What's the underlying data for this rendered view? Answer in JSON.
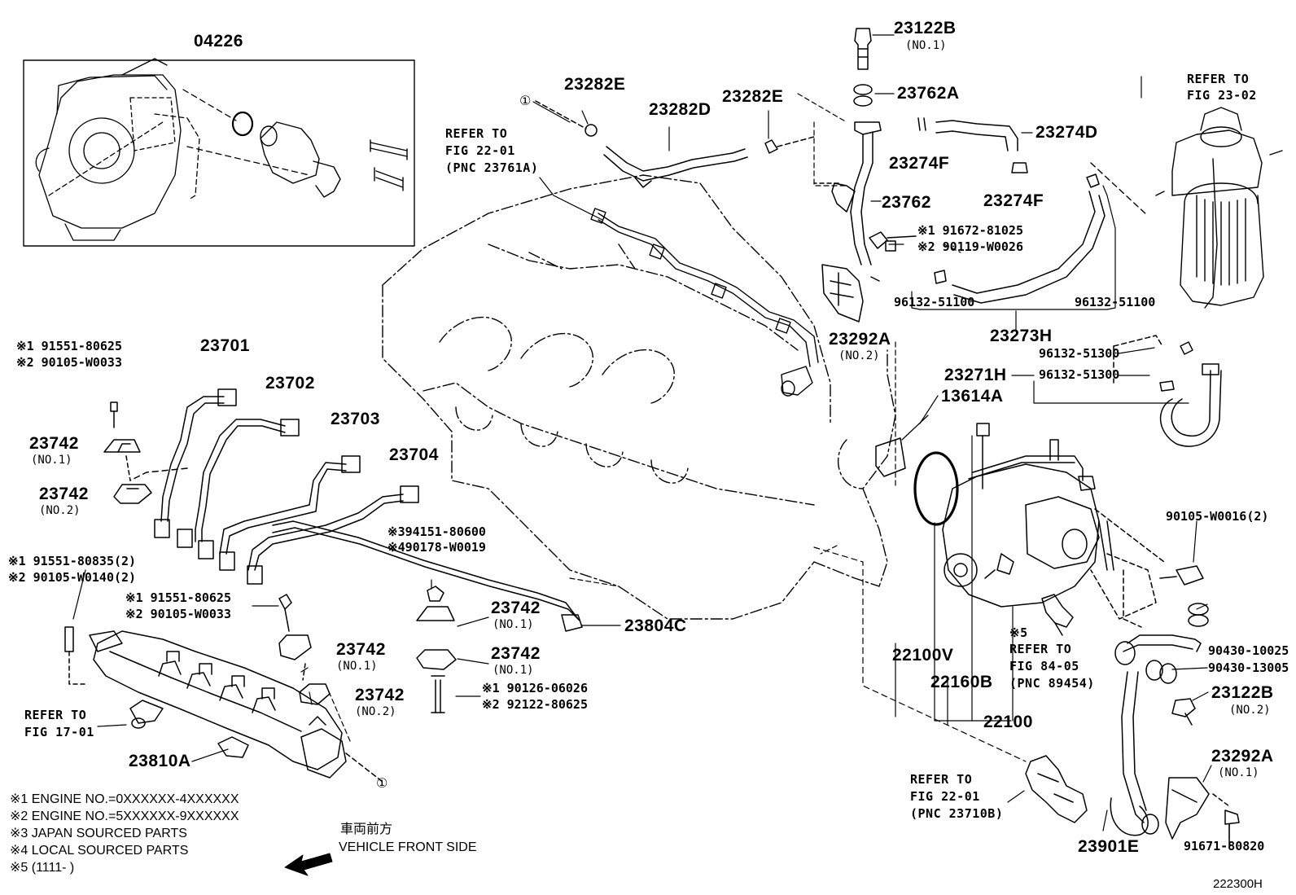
{
  "figure_id": "222300H",
  "circled_ref": "①",
  "labels": {
    "p04226": "04226",
    "p23122b_top": "23122B",
    "p23122b_top_no": "(NO.1)",
    "p23762a": "23762A",
    "p23282e_l": "23282E",
    "p23282d": "23282D",
    "p23282e_r": "23282E",
    "p23274d": "23274D",
    "p23274f_a": "23274F",
    "p23274f_b": "23274F",
    "p23762": "23762",
    "ref_fig2201_top": [
      "REFER TO",
      "FIG 22-01",
      "(PNC 23761A)"
    ],
    "bolt_23762": [
      "※1 91672-81025",
      "※2 90119-W0026"
    ],
    "clip_96132_l": "96132-51100",
    "clip_96132_r": "96132-51100",
    "p23292a_top": "23292A",
    "p23292a_top_no": "(NO.2)",
    "p23273h": "23273H",
    "ref_fig2302": [
      "REFER TO",
      "FIG 23-02"
    ],
    "clip_51300_a": "96132-51300",
    "clip_51300_b": "96132-51300",
    "p23271h": "23271H",
    "p13614a": "13614A",
    "bolt_tl": [
      "※1 91551-80625",
      "※2 90105-W0033"
    ],
    "p23701": "23701",
    "p23702": "23702",
    "p23703": "23703",
    "p23704": "23704",
    "p23742_a": "23742",
    "p23742_a_no": "(NO.1)",
    "p23742_b": "23742",
    "p23742_b_no": "(NO.2)",
    "bolt_rail": [
      "※1 91551-80835(2)",
      "※2 90105-W0140(2)"
    ],
    "bolt_mid": [
      "※1 91551-80625",
      "※2 90105-W0033"
    ],
    "nut_mid": [
      "※394151-80600",
      "※490178-W0019"
    ],
    "p23742_c": "23742",
    "p23742_c_no": "(NO.1)",
    "p23742_d": "23742",
    "p23742_d_no": "(NO.1)",
    "p23742_e": "23742",
    "p23742_e_no": "(NO.1)",
    "p23742_f": "23742",
    "p23742_f_no": "(NO.2)",
    "p23804c": "23804C",
    "stud": [
      "※1 90126-06026",
      "※2 92122-80625"
    ],
    "ref_fig1701": [
      "REFER TO",
      "FIG 17-01"
    ],
    "p23810a": "23810A",
    "p22100v": "22100V",
    "p22160b": "22160B",
    "p22100": "22100",
    "ref_fig8405": [
      "※5",
      "REFER TO",
      "FIG 84-05",
      "(PNC 89454)"
    ],
    "b90105_w0016": "90105-W0016(2)",
    "g90430_10025": "90430-10025",
    "g90430_13005": "90430-13005",
    "p23122b_bot": "23122B",
    "p23122b_bot_no": "(NO.2)",
    "p23292a_bot": "23292A",
    "p23292a_bot_no": "(NO.1)",
    "b91671_80820": "91671-80820",
    "ref_fig2201_bot": [
      "REFER TO",
      "FIG 22-01",
      "(PNC 23710B)"
    ],
    "p23901e": "23901E"
  },
  "legend": [
    "※1  ENGINE NO.=0XXXXXX-4XXXXXX",
    "※2  ENGINE NO.=5XXXXXX-9XXXXXX",
    "※3 JAPAN SOURCED PARTS",
    "※4 LOCAL SOURCED PARTS",
    "※5 (1111-     )"
  ],
  "direction": {
    "jp": "車両前方",
    "en": "VEHICLE FRONT SIDE"
  }
}
